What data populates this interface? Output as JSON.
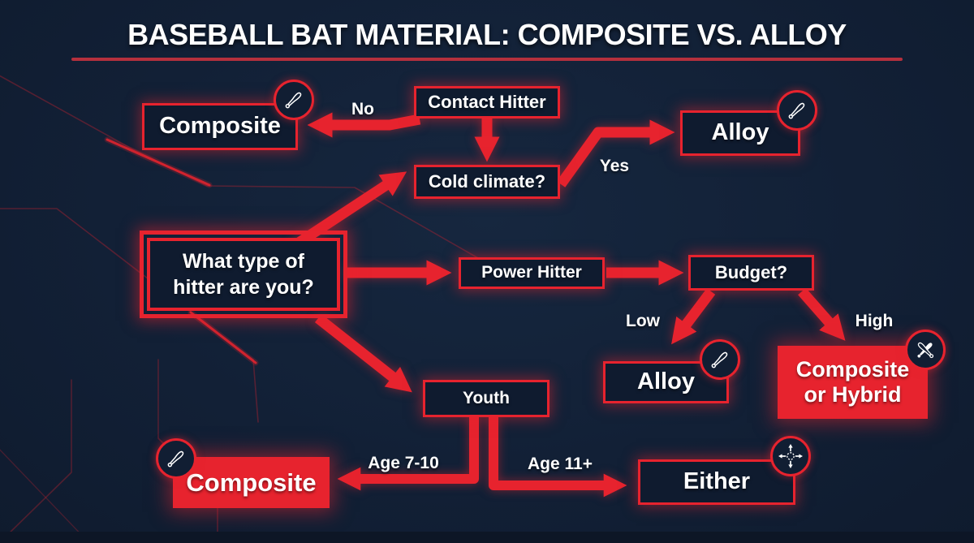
{
  "title": {
    "text": "BASEBALL BAT MATERIAL: COMPOSITE VS. ALLOY"
  },
  "colors": {
    "background": "#122036",
    "accent_red": "#e7232e",
    "underline_red": "#b5303d",
    "box_fill": "#0f1b2f",
    "text": "#ffffff"
  },
  "nodes": {
    "root": {
      "label": "What type of hitter are you?"
    },
    "contact_hitter": {
      "label": "Contact Hitter"
    },
    "cold_climate": {
      "label": "Cold climate?"
    },
    "composite_contact": {
      "label": "Composite",
      "icon": "bat-icon"
    },
    "alloy_cold": {
      "label": "Alloy",
      "icon": "bat-icon"
    },
    "power_hitter": {
      "label": "Power Hitter"
    },
    "budget": {
      "label": "Budget?"
    },
    "alloy_budget_low": {
      "label": "Alloy",
      "icon": "bat-icon"
    },
    "composite_or_hybrid": {
      "label": "Composite or Hybrid",
      "icon": "crossed-bats-icon"
    },
    "youth": {
      "label": "Youth"
    },
    "composite_youth": {
      "label": "Composite",
      "icon": "bat-icon"
    },
    "either": {
      "label": "Either",
      "icon": "all-directions-icon"
    }
  },
  "edge_labels": {
    "no": "No",
    "yes": "Yes",
    "low": "Low",
    "high": "High",
    "age_young": "Age 7-10",
    "age_old": "Age 11+"
  }
}
